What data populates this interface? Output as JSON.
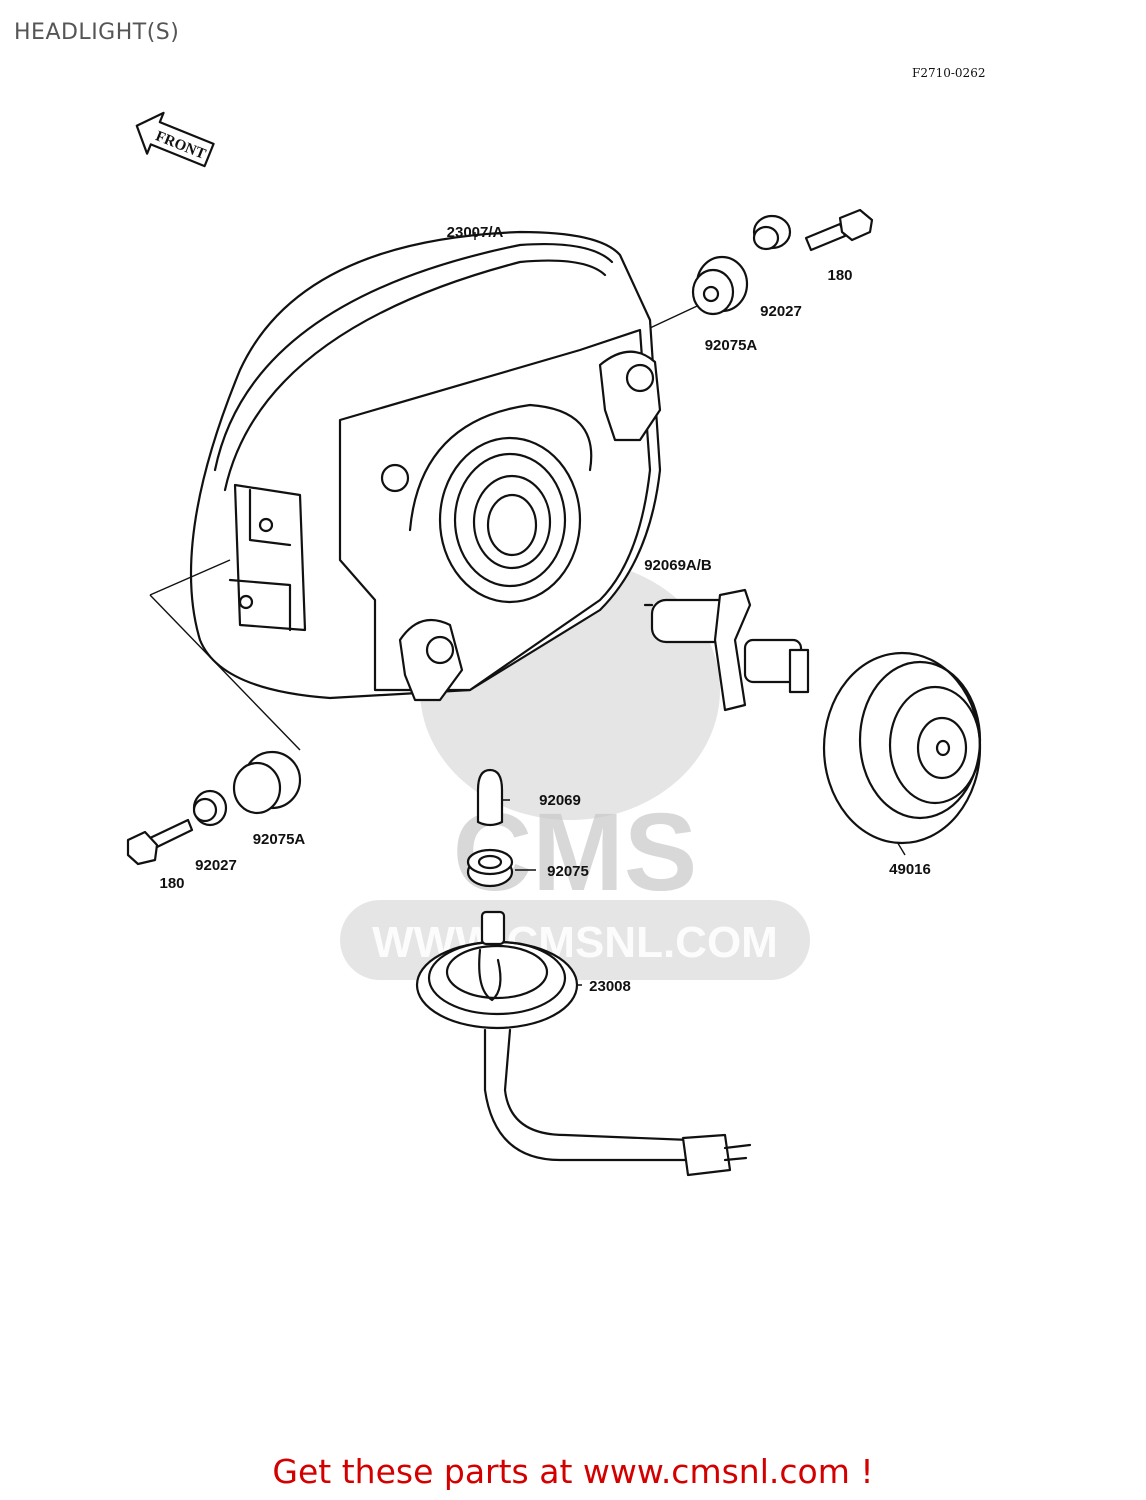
{
  "header": {
    "title": "HEADLIGHT(S)",
    "figure_code": "F2710-0262"
  },
  "direction_arrow": {
    "label": "FRONT"
  },
  "parts": [
    {
      "number": "23007/A"
    },
    {
      "number": "180"
    },
    {
      "number": "92027"
    },
    {
      "number": "92075A"
    },
    {
      "number": "92069A/B"
    },
    {
      "number": "92069"
    },
    {
      "number": "92075"
    },
    {
      "number": "49016"
    },
    {
      "number": "23008"
    },
    {
      "number": "92075A"
    },
    {
      "number": "92027"
    },
    {
      "number": "180"
    }
  ],
  "watermark": {
    "brand": "CMS",
    "url": "WWW.CMSNL.COM"
  },
  "footer": {
    "cta_text": "Get these parts at www.cmsnl.com !",
    "cta_color": "#d40000"
  }
}
